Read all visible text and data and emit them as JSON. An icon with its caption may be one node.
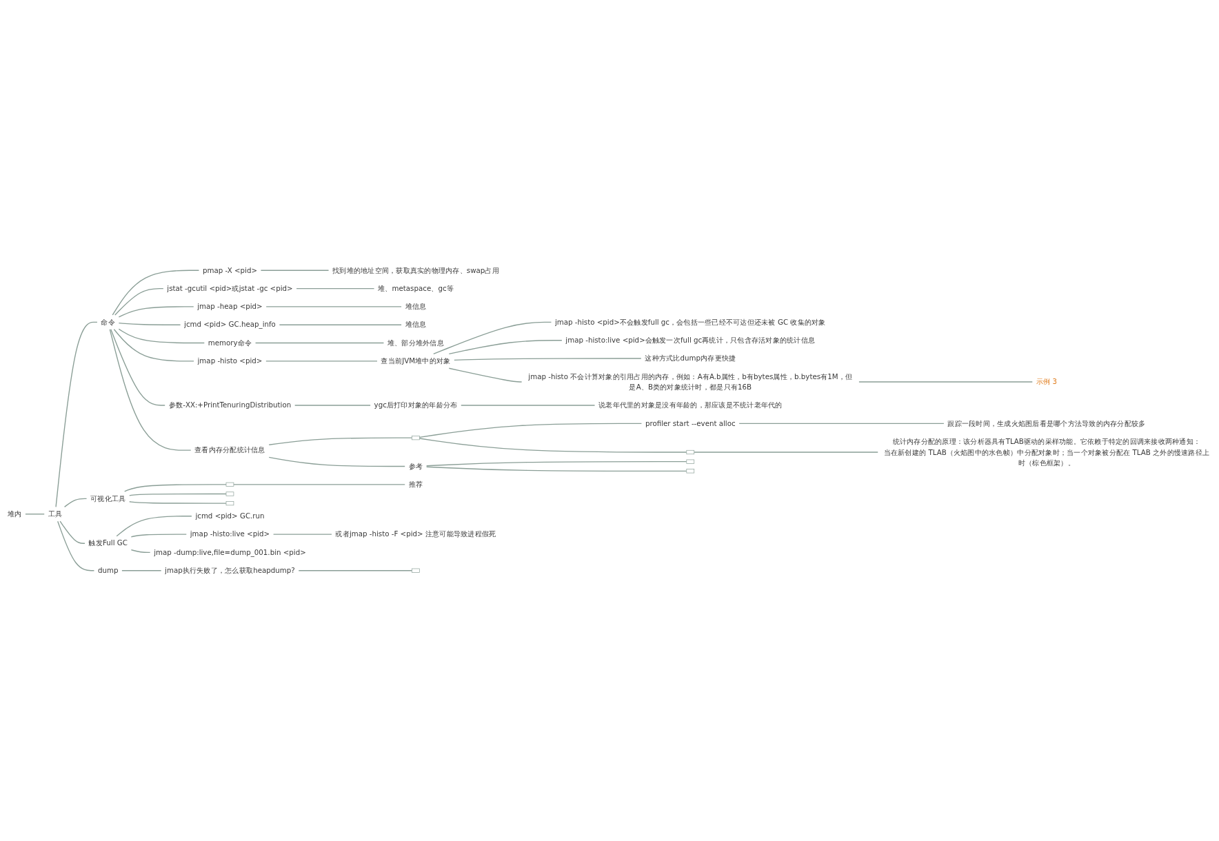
{
  "diagram": {
    "nodes": [
      {
        "text": [
          "堆内"
        ]
      },
      {
        "text": [
          "工具"
        ]
      },
      {
        "text": [
          "命令"
        ]
      },
      {
        "text": [
          "pmap -X <pid>"
        ]
      },
      {
        "text": [
          "找到堆的地址空间，获取真实的物理内存、swap占用"
        ]
      },
      {
        "text": [
          "jstat -gcutil <pid>或jstat -gc <pid>"
        ]
      },
      {
        "text": [
          "堆、metaspace、gc等"
        ]
      },
      {
        "text": [
          "jmap -heap <pid>"
        ]
      },
      {
        "text": [
          "堆信息"
        ]
      },
      {
        "text": [
          "jcmd <pid> GC.heap_info"
        ]
      },
      {
        "text": [
          "堆信息"
        ]
      },
      {
        "text": [
          "memory命令"
        ]
      },
      {
        "text": [
          "堆、部分堆外信息"
        ]
      },
      {
        "text": [
          "jmap -histo <pid>"
        ]
      },
      {
        "text": [
          "查当前JVM堆中的对象"
        ]
      },
      {
        "text": [
          "jmap -histo <pid>不会触发full gc，会包括一些已经不可达但还未被 GC 收集的对象"
        ]
      },
      {
        "text": [
          "jmap -histo:live <pid>会触发一次full gc再统计，只包含存活对象的统计信息"
        ]
      },
      {
        "text": [
          "这种方式比dump内存更快捷"
        ]
      },
      {
        "text": [
          "jmap -histo 不会计算对象的引用占用的内存，例如：A有A.b属性，b有bytes属性，b.bytes有1M，但是A、B类的对象统计时，都是只有16B"
        ]
      },
      {
        "text": [
          "示例"
        ],
        "beside": [
          "3"
        ]
      },
      {
        "text": [
          "参数-XX:+PrintTenuringDistribution"
        ]
      },
      {
        "text": [
          "ygc后打印对象的年龄分布"
        ]
      },
      {
        "text": [
          "说老年代里的对象是没有年龄的，那应该是不统计老年代的"
        ]
      },
      {
        "text": [
          "查看内存分配统计信息"
        ]
      },
      {
        "text": [],
        "shape": "box"
      },
      {
        "text": [
          "profiler start --event alloc"
        ]
      },
      {
        "text": [
          "跟踪一段时间，生成火焰图后看是哪个方法导致的内存分配较多"
        ]
      },
      {
        "text": [],
        "shape": "box"
      },
      {
        "text": [
          "统计内存分配的原理：该分析器具有TLAB驱动的采样功能。它依赖于特定的回调来接收两种通知：",
          "当在新创建的 TLAB（火焰图中的水色帧）中分配对象时；当一个对象被分配在 TLAB 之外的慢速路径上时（棕色框架）。"
        ]
      },
      {
        "text": [
          "参考"
        ]
      },
      {
        "text": [],
        "shape": "box"
      },
      {
        "text": [],
        "shape": "box"
      },
      {
        "text": [
          "可视化工具"
        ]
      },
      {
        "text": [],
        "shape": "box"
      },
      {
        "text": [
          "推荐"
        ]
      },
      {
        "text": [],
        "shape": "box"
      },
      {
        "text": [],
        "shape": "box"
      },
      {
        "text": [
          "触发Full GC"
        ]
      },
      {
        "text": [
          "jcmd <pid> GC.run"
        ]
      },
      {
        "text": [
          "jmap -histo:live <pid>"
        ]
      },
      {
        "text": [
          "或者jmap -histo -F <pid> 注意可能导致进程假死"
        ]
      },
      {
        "text": [
          "jmap -dump:live,file=dump_001.bin <pid>"
        ]
      },
      {
        "text": [
          "dump"
        ]
      },
      {
        "text": [
          "jmap执行失败了，怎么获取heapdump?"
        ]
      },
      {
        "text": [],
        "shape": "box"
      }
    ],
    "edges": [
      {
        "from": 0,
        "to": 1,
        "arrow": "none"
      },
      {
        "from": 1,
        "to": 2,
        "arrow": "none"
      },
      {
        "from": 2,
        "to": 3,
        "arrow": "none"
      },
      {
        "from": 3,
        "to": 4,
        "arrow": "none"
      },
      {
        "from": 2,
        "to": 5,
        "arrow": "none"
      },
      {
        "from": 5,
        "to": 6,
        "arrow": "none"
      },
      {
        "from": 2,
        "to": 7,
        "arrow": "none"
      },
      {
        "from": 7,
        "to": 8,
        "arrow": "none"
      },
      {
        "from": 2,
        "to": 9,
        "arrow": "none"
      },
      {
        "from": 9,
        "to": 10,
        "arrow": "none"
      },
      {
        "from": 2,
        "to": 11,
        "arrow": "none"
      },
      {
        "from": 11,
        "to": 12,
        "arrow": "none"
      },
      {
        "from": 2,
        "to": 13,
        "arrow": "none"
      },
      {
        "from": 13,
        "to": 14,
        "arrow": "none"
      },
      {
        "from": 14,
        "to": 15,
        "arrow": "none"
      },
      {
        "from": 14,
        "to": 16,
        "arrow": "none"
      },
      {
        "from": 14,
        "to": 17,
        "arrow": "none"
      },
      {
        "from": 14,
        "to": 18,
        "arrow": "none"
      },
      {
        "from": 18,
        "to": 19,
        "arrow": "none"
      },
      {
        "from": 2,
        "to": 20,
        "arrow": "none"
      },
      {
        "from": 20,
        "to": 21,
        "arrow": "none"
      },
      {
        "from": 21,
        "to": 22,
        "arrow": "none"
      },
      {
        "from": 2,
        "to": 23,
        "arrow": "none"
      },
      {
        "from": 23,
        "to": 24,
        "arrow": "none"
      },
      {
        "from": 24,
        "to": 25,
        "arrow": "none"
      },
      {
        "from": 25,
        "to": 26,
        "arrow": "none"
      },
      {
        "from": 24,
        "to": 27,
        "arrow": "none"
      },
      {
        "from": 27,
        "to": 28,
        "arrow": "none"
      },
      {
        "from": 23,
        "to": 29,
        "arrow": "none"
      },
      {
        "from": 29,
        "to": 30,
        "arrow": "none"
      },
      {
        "from": 29,
        "to": 31,
        "arrow": "none"
      },
      {
        "from": 1,
        "to": 32,
        "arrow": "none"
      },
      {
        "from": 32,
        "to": 33,
        "arrow": "none"
      },
      {
        "from": 33,
        "to": 34,
        "arrow": "none"
      },
      {
        "from": 32,
        "to": 35,
        "arrow": "none"
      },
      {
        "from": 32,
        "to": 36,
        "arrow": "none"
      },
      {
        "from": 1,
        "to": 37,
        "arrow": "none"
      },
      {
        "from": 37,
        "to": 38,
        "arrow": "none"
      },
      {
        "from": 37,
        "to": 39,
        "arrow": "none"
      },
      {
        "from": 39,
        "to": 40,
        "arrow": "none"
      },
      {
        "from": 37,
        "to": 41,
        "arrow": "none"
      },
      {
        "from": 1,
        "to": 42,
        "arrow": "none"
      },
      {
        "from": 42,
        "to": 43,
        "arrow": "none"
      },
      {
        "from": 43,
        "to": 44,
        "arrow": "none"
      }
    ]
  }
}
